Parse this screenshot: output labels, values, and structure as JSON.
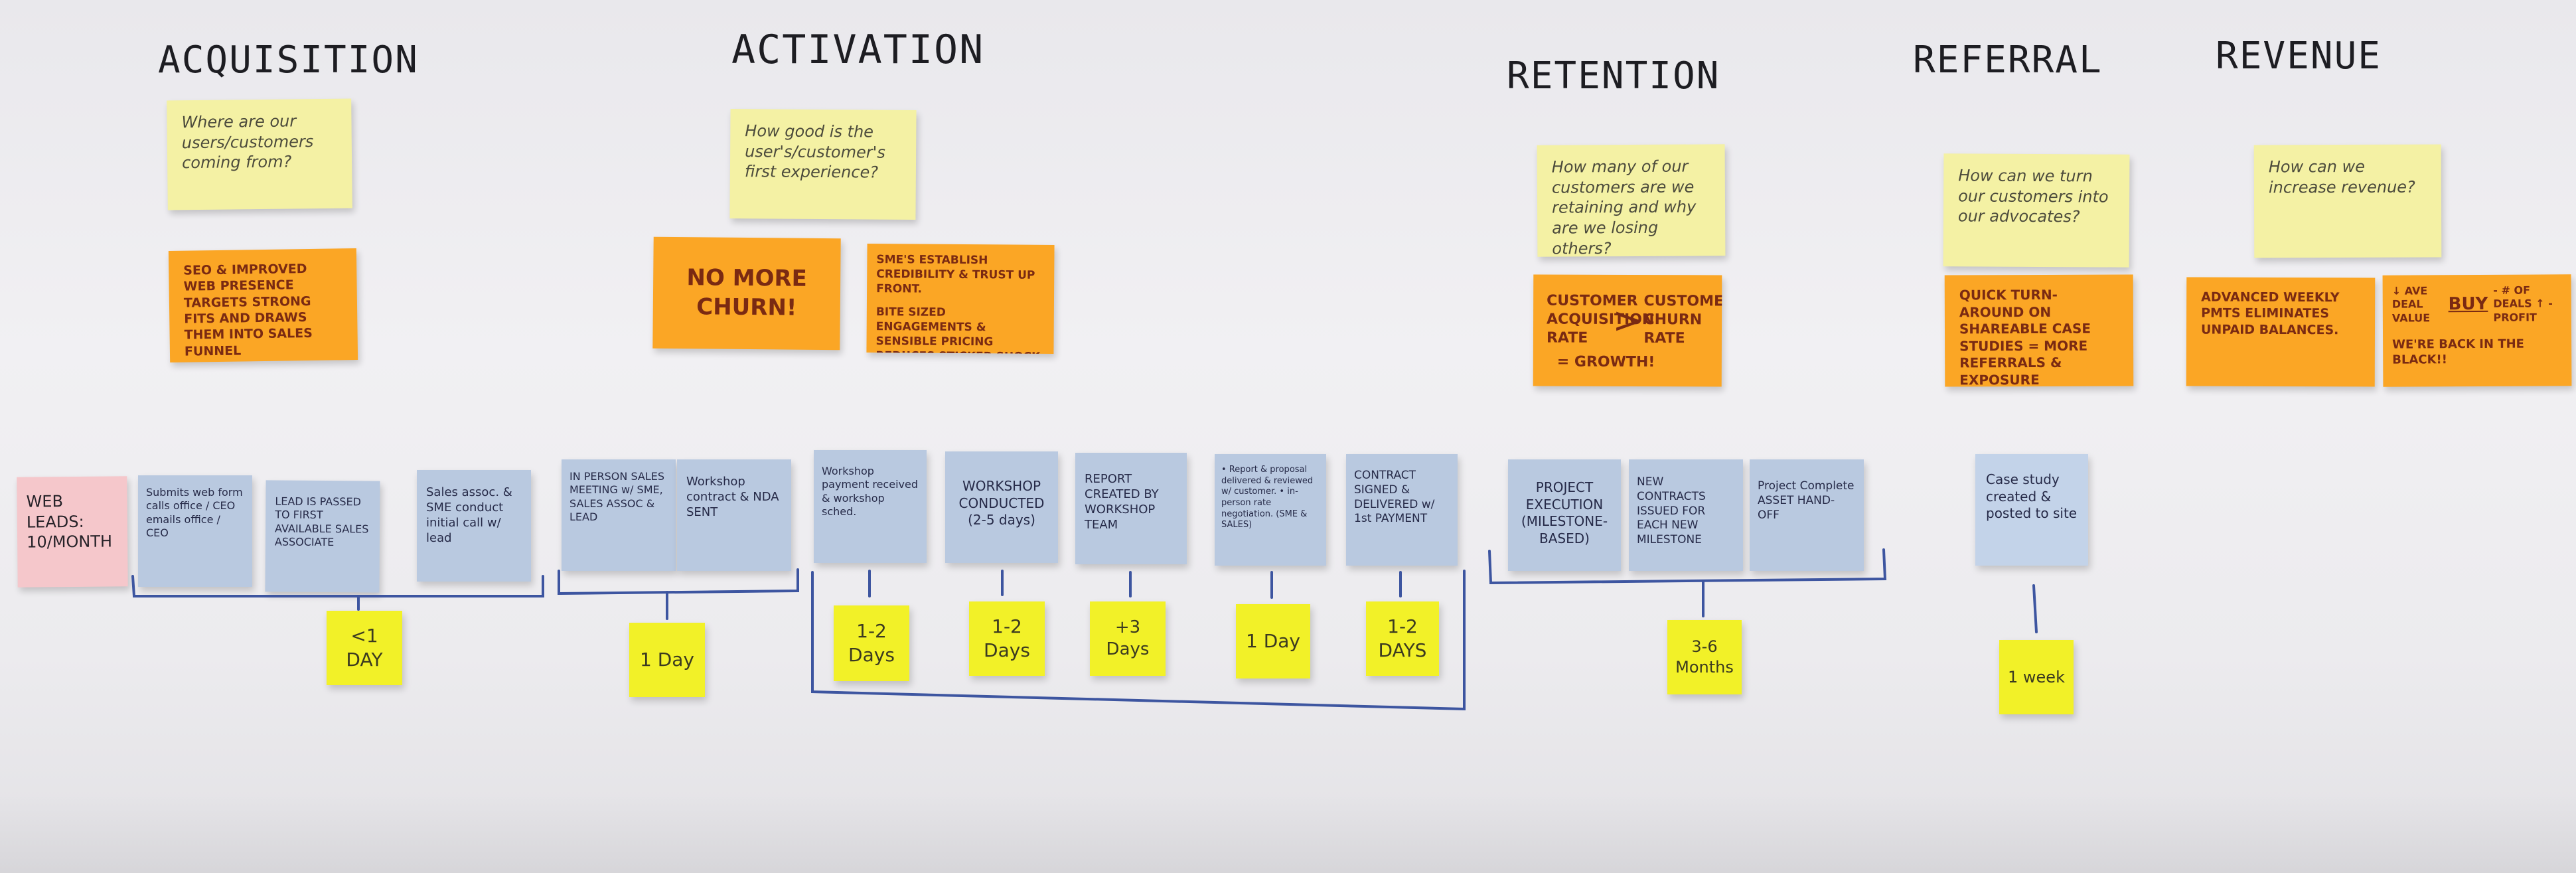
{
  "headings": {
    "acquisition": "ACQUISITION",
    "activation": "ACTIVATION",
    "retention": "RETENTION",
    "referral": "REFERRAL",
    "revenue": "REVENUE"
  },
  "questions": {
    "acquisition": "Where are our users/customers coming from?",
    "activation": "How good is the user's/customer's first experience?",
    "retention": "How many of our customers are we retaining and why are we losing others?",
    "referral": "How can we turn our customers into our advocates?",
    "revenue": "How can we increase revenue?"
  },
  "answers": {
    "acquisition": "SEO & improved web presence targets strong fits and draws them into sales funnel",
    "activation_main": "NO MORE CHURN!",
    "activation_side_1": "SME's establish credibility & trust up front.",
    "activation_side_2": "Bite sized engagements & sensible pricing reduces sticker shock & negotiations",
    "retention_left": "CUSTOMER ACQUISITION RATE",
    "retention_symbol": ">",
    "retention_right": "CUSTOMER CHURN RATE",
    "retention_result": "= GROWTH!",
    "referral": "Quick turn-around on shareable case studies = more referrals & exposure",
    "revenue_1": "Advanced weekly pmts eliminates unpaid balances.",
    "revenue_2_left": "↓ Ave deal value",
    "revenue_2_mid": "Buy",
    "revenue_2_right": "- # of deals ↑ - profit",
    "revenue_2_bottom": "WE'RE BACK IN THE BLACK!!"
  },
  "process": {
    "web_leads": "WEB LEADS: 10/MONTH",
    "step_1": "Submits web form calls office / CEO emails office / CEO",
    "step_2": "LEAD IS PASSED TO FIRST AVAILABLE SALES ASSOCIATE",
    "step_3": "Sales assoc. & SME conduct initial call w/ lead",
    "step_4": "IN PERSON SALES MEETING w/ SME, SALES ASSOC & LEAD",
    "step_5": "Workshop contract & NDA SENT",
    "step_6": "Workshop payment received & workshop sched.",
    "step_7": "WORKSHOP CONDUCTED (2-5 days)",
    "step_8": "REPORT CREATED BY WORKSHOP TEAM",
    "step_9": "• Report & proposal delivered & reviewed w/ customer. • in-person rate negotiation. (SME & SALES)",
    "step_10": "CONTRACT SIGNED & DELIVERED w/ 1st PAYMENT",
    "step_11": "PROJECT EXECUTION (MILESTONE-BASED)",
    "step_12": "NEW CONTRACTS ISSUED FOR EACH NEW MILESTONE",
    "step_13": "Project Complete ASSET HAND-OFF",
    "step_14": "Case study created & posted to site"
  },
  "durations": {
    "d1": "<1 DAY",
    "d2": "1 Day",
    "d3": "1-2 Days",
    "d4": "1-2 Days",
    "d5": "+3 Days",
    "d6": "1 Day",
    "d7": "1-2 DAYS",
    "d8": "3-6 Months",
    "d9": "1 week"
  },
  "colors": {
    "question_note": "#f4f1a4",
    "answer_note": "#fba625",
    "process_note": "#b9c9e0",
    "lead_note": "#f5c7cb",
    "duration_note": "#f2f128",
    "marker_line": "#3d55a0"
  }
}
